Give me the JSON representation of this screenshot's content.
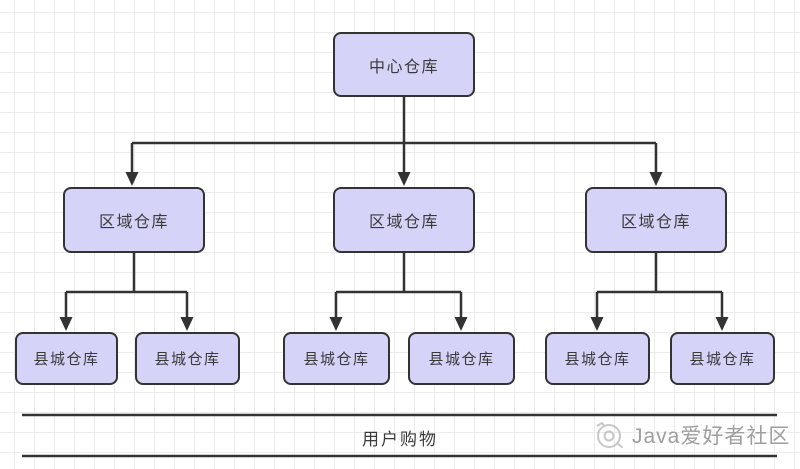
{
  "diagram": {
    "type": "flowchart",
    "nodes": {
      "central": {
        "label": "中心仓库"
      },
      "regional": [
        {
          "label": "区域仓库"
        },
        {
          "label": "区域仓库"
        },
        {
          "label": "区域仓库"
        }
      ],
      "county": [
        {
          "label": "县城仓库"
        },
        {
          "label": "县城仓库"
        },
        {
          "label": "县城仓库"
        },
        {
          "label": "县城仓库"
        },
        {
          "label": "县城仓库"
        },
        {
          "label": "县城仓库"
        }
      ]
    },
    "edges": [
      "中心仓库 -> 区域仓库 (x3)",
      "区域仓库 -> 县城仓库 (x2 each)"
    ],
    "footer": {
      "label": "用户购物"
    },
    "watermark": {
      "text": "Java爱好者社区",
      "icon": "camera-lens-icon"
    },
    "colors": {
      "node_fill": "#d6d3f8",
      "node_border": "#333333",
      "connector": "#333333",
      "grid_line": "#ececec",
      "watermark_text": "#9e9e9e"
    }
  }
}
